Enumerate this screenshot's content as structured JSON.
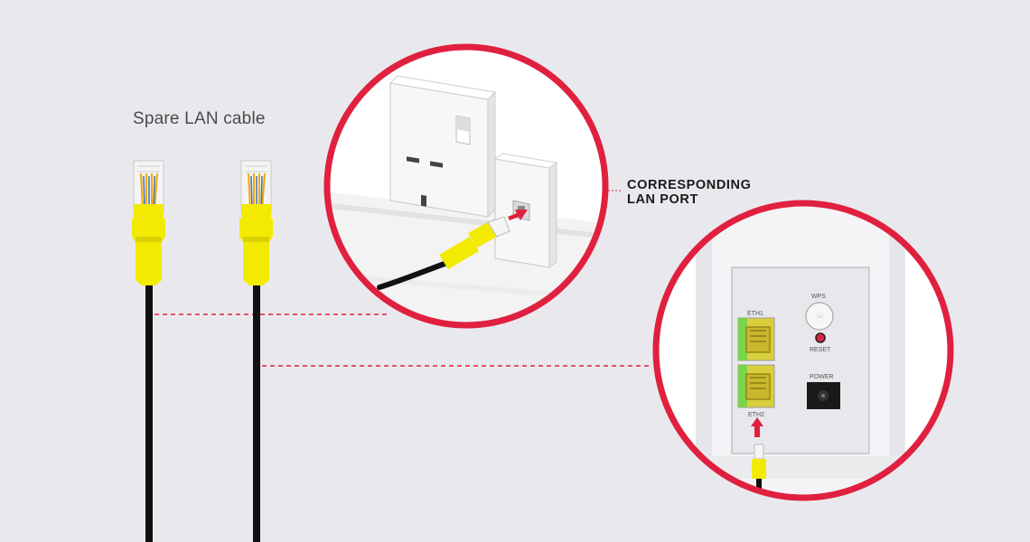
{
  "caption": "Spare LAN cable",
  "callout": {
    "line1": "CORRESPONDING",
    "line2": "LAN PORT"
  },
  "router_labels": {
    "eth1": "ETH1",
    "eth2": "ETH2",
    "wps": "WPS",
    "reset": "RESET",
    "power": "POWER"
  },
  "colors": {
    "background": "#e9e9ed",
    "ring": "#e0203f",
    "connector": "#f2ea00",
    "cable": "#111111"
  }
}
